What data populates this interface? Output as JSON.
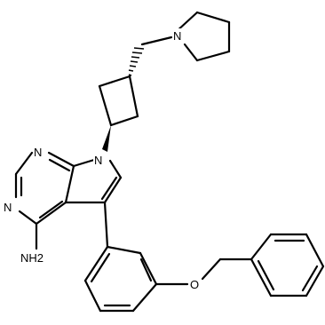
{
  "diagram": {
    "atoms": {
      "N_pyrrolidine": "N",
      "N_pyrrolo": "N",
      "N_pyrimidine_top": "N",
      "N_pyrimidine_bottom": "N",
      "amine": "NH2",
      "ether_oxygen": "O"
    }
  }
}
